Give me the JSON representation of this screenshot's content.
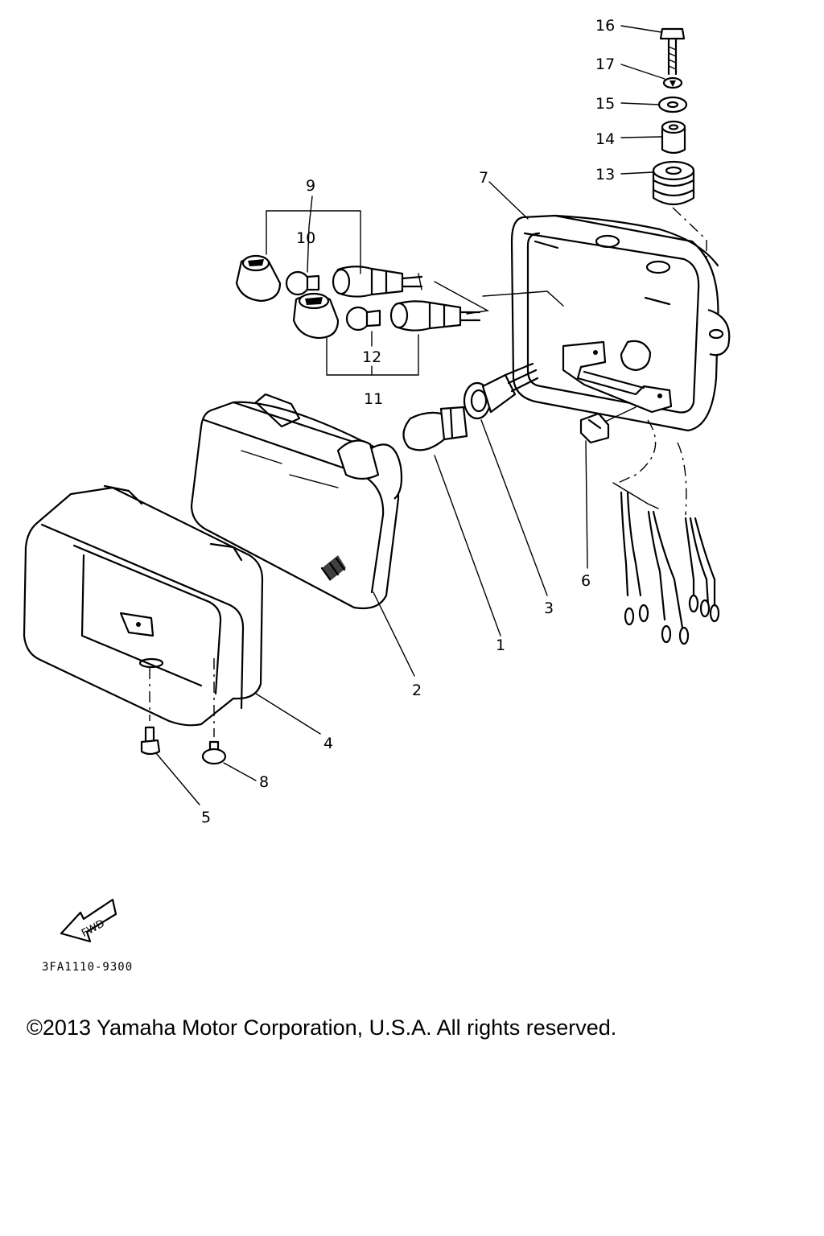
{
  "diagram": {
    "part_labels": [
      "1",
      "2",
      "3",
      "4",
      "5",
      "6",
      "7",
      "8",
      "9",
      "10",
      "11",
      "12",
      "13",
      "14",
      "15",
      "16",
      "17"
    ],
    "fwd_label": "FWD",
    "drawing_code": "3FA1110-9300"
  },
  "footer": {
    "copyright": "©2013 Yamaha Motor Corporation, U.S.A. All rights reserved."
  }
}
